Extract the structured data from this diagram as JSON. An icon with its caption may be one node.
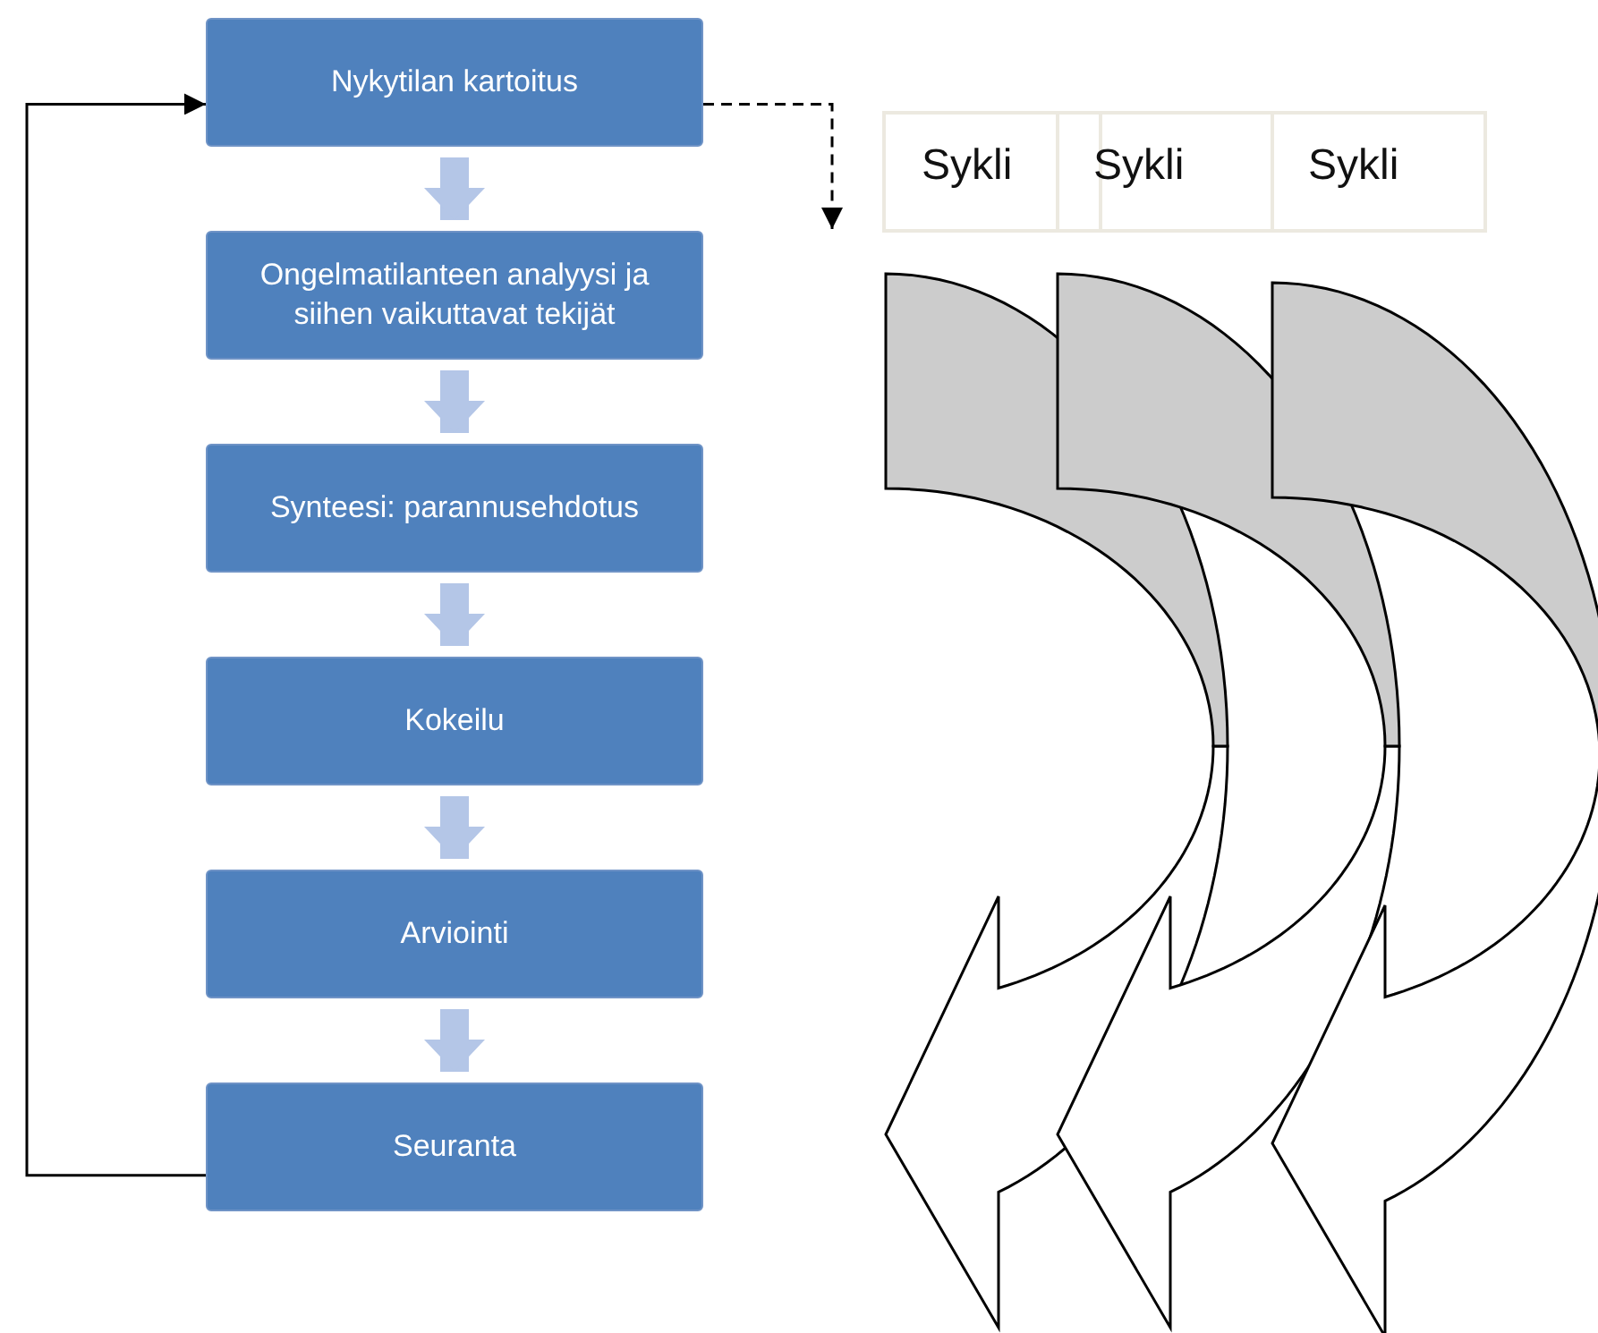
{
  "diagram": {
    "nodes": [
      {
        "text": [
          "Nykytilan kartoitus"
        ]
      },
      {
        "text": [
          "Ongelmatilanteen analyysi ja siihen vaikuttavat tekijät"
        ]
      },
      {
        "text": [
          "Synteesi: parannusehdotus"
        ]
      },
      {
        "text": [
          "Kokeilu"
        ]
      },
      {
        "text": [
          "Arviointi"
        ]
      },
      {
        "text": [
          "Seuranta"
        ]
      }
    ],
    "edges": [
      {
        "from": 0,
        "to": 1,
        "arrow": "to"
      },
      {
        "from": 1,
        "to": 2,
        "arrow": "to"
      },
      {
        "from": 2,
        "to": 3,
        "arrow": "to"
      },
      {
        "from": 3,
        "to": 4,
        "arrow": "to"
      },
      {
        "from": 4,
        "to": 5,
        "arrow": "to"
      },
      {
        "from": 5,
        "to": 0,
        "arrow": "to",
        "color": "#000000"
      },
      {
        "from": 0,
        "to": null,
        "arrow": "to",
        "style": "dashed",
        "color": "#000000"
      }
    ],
    "labels": [
      "Sykli",
      "Sykli",
      "Sykli"
    ]
  }
}
